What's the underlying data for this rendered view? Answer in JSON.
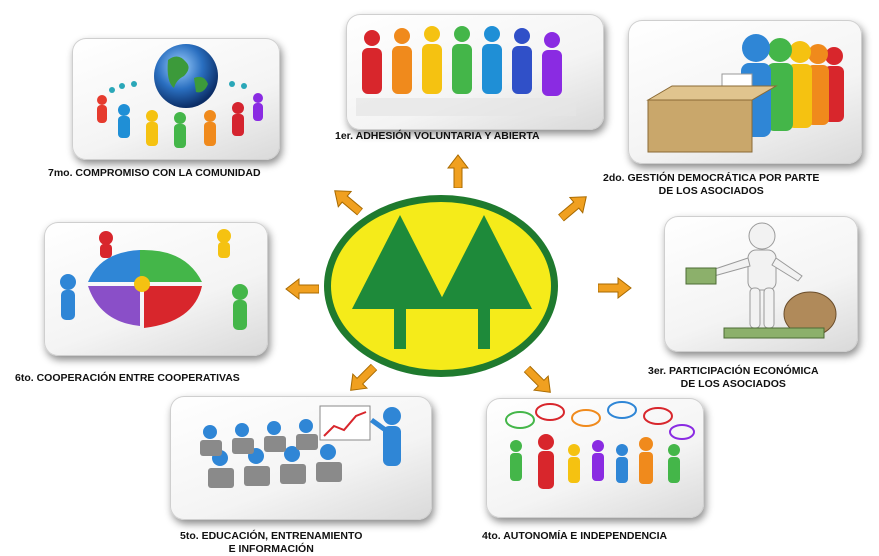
{
  "emblem": {
    "outer_color": "#1f7a2e",
    "fill_color": "#f5eb1a",
    "tree_color": "#1e8a3a"
  },
  "arrow_color": "#f0a020",
  "principles": [
    {
      "text": "1er.  ADHESIÓN VOLUNTARIA Y ABIERTA"
    },
    {
      "line1": "2do.  GESTIÓN DEMOCRÁTICA POR PARTE",
      "line2": "DE LOS ASOCIADOS"
    },
    {
      "line1": "3er.  PARTICIPACIÓN ECONÓMICA",
      "line2": "DE LOS ASOCIADOS"
    },
    {
      "text": "4to.  AUTONOMÍA E INDEPENDENCIA"
    },
    {
      "line1": "5to.  EDUCACIÓN, ENTRENAMIENTO",
      "line2": "E INFORMACIÓN"
    },
    {
      "text": "6to. COOPERACIÓN ENTRE COOPERATIVAS"
    },
    {
      "text": "7mo. COMPROMISO CON LA COMUNIDAD"
    }
  ]
}
